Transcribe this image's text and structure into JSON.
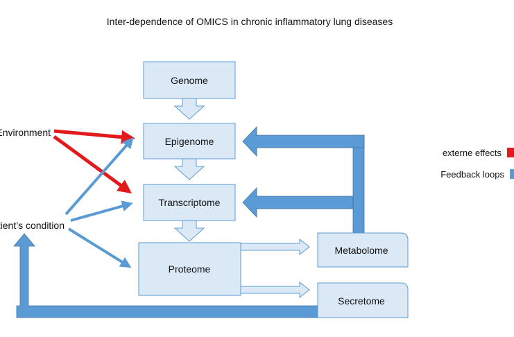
{
  "title": "Inter-dependence of OMICS in chronic inflammatory lung diseases",
  "nodes": {
    "genome": "Genome",
    "epigenome": "Epigenome",
    "transcriptome": "Transcriptome",
    "proteome": "Proteome",
    "metabolome": "Metabolome",
    "secretome": "Secretome",
    "environment": "Environment",
    "patients_condition": "Patient’s condition"
  },
  "legend": {
    "external": {
      "label": "externe effects",
      "color": "#e31a1c"
    },
    "feedback": {
      "label": "Feedback loops",
      "color": "#5b9bd5"
    }
  },
  "colors": {
    "box_fill": "#dbe8f5",
    "box_stroke": "#5b9bd5",
    "external_arrow": "#e31a1c",
    "feedback_arrow": "#5b9bd5"
  }
}
